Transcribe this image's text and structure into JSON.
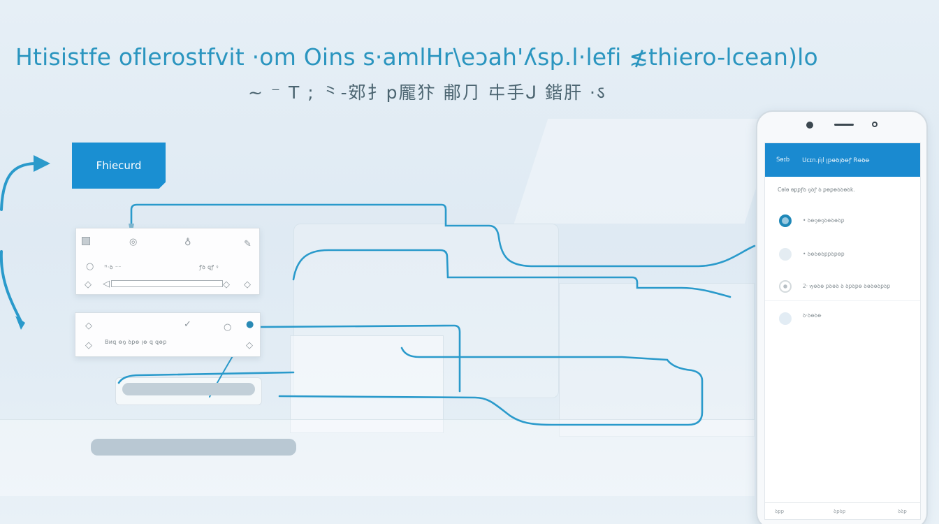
{
  "header": {
    "title": "Htisistfe oflerostfvit ·om Oins s·amlHr\\eɔah'ʎsp.l·lefi ≴thiero-lcean)lo",
    "subtitle": "~ ⁻ T ; ⺀-䢿扌p龎犿 郙⺆ 㐄手ᒍ 鍇肝 ·ऽ"
  },
  "blue_card": {
    "label": "Fhiecurd",
    "color": "#1a8fd2"
  },
  "panel_top": {
    "left_label": "ꟸ·ꝺ ⁻⁻",
    "right_label": "ꝭꝺ ꝗꝭ ꝰ",
    "icons": [
      "square-icon",
      "pin-icon",
      "location-icon",
      "pen-icon",
      "circle-icon",
      "diamond-icon",
      "slider-handle-icon",
      "diamond-icon",
      "diamond-icon"
    ]
  },
  "panel_bottom": {
    "text": "Bиꝗ ꝋꝯ ꝺꝑꝋ ꞁꝋ ꝗ ꝗꝋꝑ",
    "icons": [
      "diamond-icon",
      "check-icon",
      "circle-icon",
      "node-icon",
      "diamond-icon",
      "diamond-icon"
    ]
  },
  "phone": {
    "header_left": "Sɵɪb",
    "header_title": "Ucɪn.ꞁiꞁl ꞁꝑꝋꝺꞁꝺꝋꝭ Rꝋꝺꝋ",
    "description": "Cɵlɵ ɵꝑꝑꝭꝺ ꝯꝺꝭ ꝺ ꝑꝋꝑꝋꝺꝺꝋꝺk.",
    "rows": [
      {
        "label": "• ꝺꝋꝯꝋꝯꝺꝋꝺꝋꝺꝑ",
        "state": "selected"
      },
      {
        "label": "• ꝺꝋꝺꝋꝺꝑꝑꝺꝑꝋꝑ",
        "state": "empty"
      },
      {
        "label": "2· ꝡꝋꝺꝋ ꝑꝺꝋꝺ ꝺ ꝺꝑꝺꝑꝋ ꝺꝋꝺꝋꝺꝑꝺꝑ",
        "state": "dot"
      },
      {
        "label": "ꝺ·ꝺꝋꝺꝋ",
        "state": "empty"
      }
    ],
    "footer": [
      "ꝺꝑꝑ",
      "ꝺꝑꝺꝑ",
      "ꝺꝺꝑ"
    ],
    "accent": "#1a8ad0"
  },
  "colors": {
    "line": "#2a9acb",
    "title": "#2a95bf",
    "background": "#e3edf5"
  }
}
